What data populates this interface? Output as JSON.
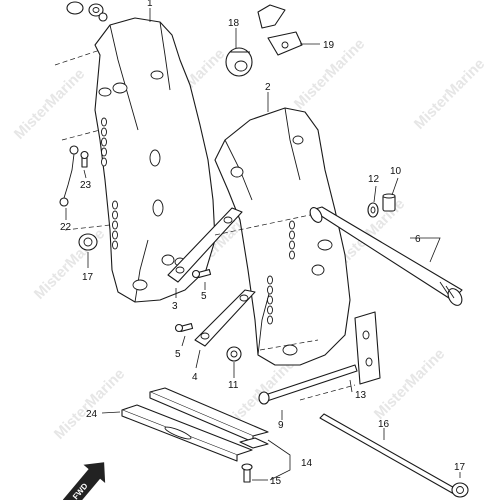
{
  "diagram": {
    "callouts": {
      "c1": "1",
      "c2": "2",
      "c3": "3",
      "c4": "4",
      "c5a": "5",
      "c5b": "5",
      "c6": "6",
      "c9": "9",
      "c10": "10",
      "c11": "11",
      "c12": "12",
      "c13": "13",
      "c14": "14",
      "c15": "15",
      "c16": "16",
      "c17a": "17",
      "c17b": "17",
      "c18": "18",
      "c19": "19",
      "c22": "22",
      "c23": "23",
      "c24": "24"
    },
    "fwd_label": "FWD",
    "watermark": "MisterMarine"
  }
}
